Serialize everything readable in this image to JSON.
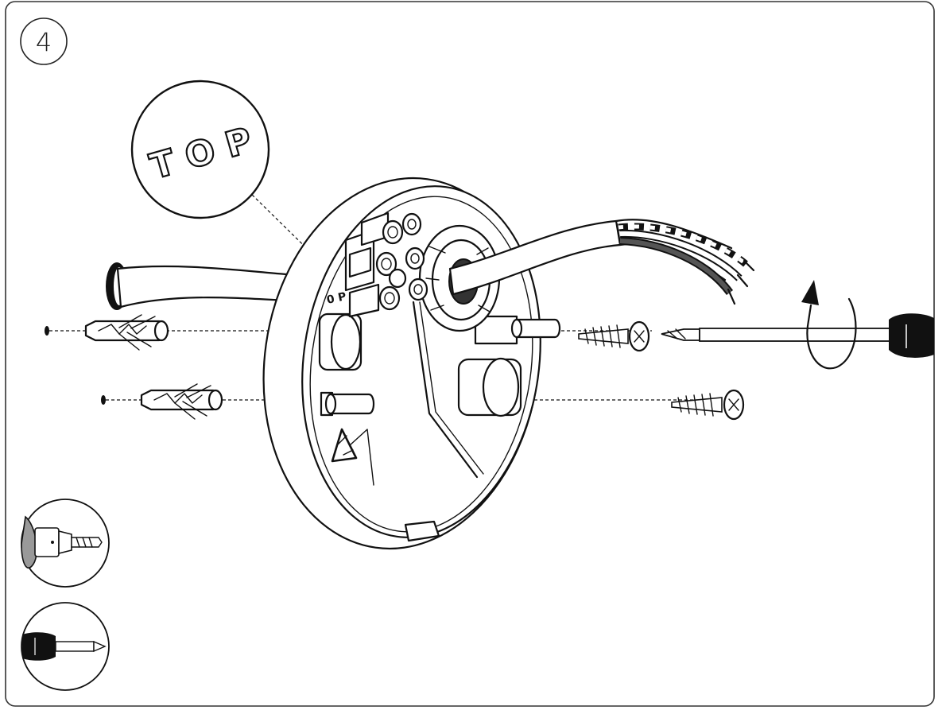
{
  "step": {
    "number": "4"
  },
  "callout": {
    "text": "T O P"
  },
  "base_label": {
    "text": "0 P"
  },
  "tools": [
    {
      "icon": "drill-icon"
    },
    {
      "icon": "screwdriver-icon"
    }
  ],
  "colors": {
    "line": "#111111",
    "frame": "#333333",
    "wire_dark": "#555555",
    "drill_shade": "#999999",
    "background": "#ffffff"
  }
}
